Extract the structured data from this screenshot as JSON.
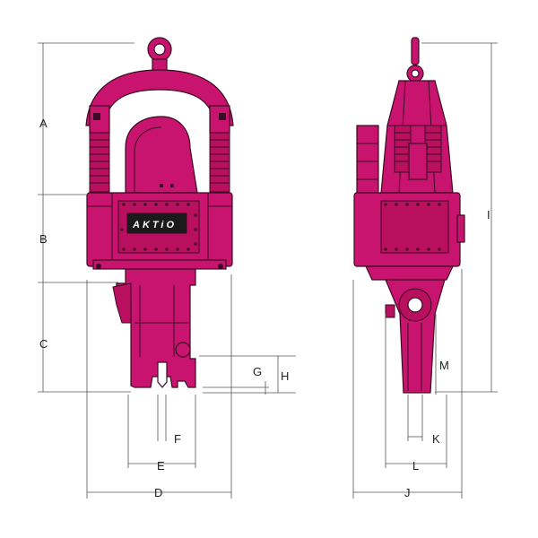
{
  "logo": {
    "text": "AKTiO"
  },
  "colors": {
    "machine": "#c8146f",
    "outline": "#3a0a22",
    "dimension_lines": "#555555"
  },
  "dimension_labels": {
    "A": "A",
    "B": "B",
    "C": "C",
    "D": "D",
    "E": "E",
    "F": "F",
    "G": "G",
    "H": "H",
    "I": "I",
    "J": "J",
    "K": "K",
    "L": "L",
    "M": "M"
  }
}
